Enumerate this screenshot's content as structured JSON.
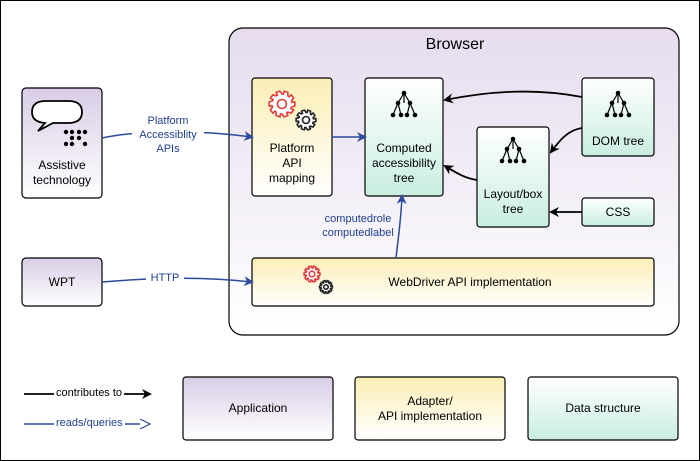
{
  "browser": {
    "title": "Browser"
  },
  "nodes": {
    "assistive_technology": "Assistive\ntechnology",
    "wpt": "WPT",
    "platform_api_mapping": "Platform\nAPI\nmapping",
    "computed_accessibility_tree": "Computed\naccessibility\ntree",
    "dom_tree": "DOM tree",
    "layout_box_tree": "Layout/box\ntree",
    "css": "CSS",
    "webdriver_api_implementation": "WebDriver API implementation"
  },
  "edges": {
    "platform_accessibility_apis": "Platform\nAccessiblity\nAPIs",
    "http": "HTTP",
    "computed_role_label": "computedrole\ncomputedlabel"
  },
  "legend": {
    "contributes_to": "contributes to",
    "reads_queries": "reads/queries",
    "application": "Application",
    "adapter": "Adapter/\nAPI implementation",
    "data_structure": "Data structure"
  },
  "colors": {
    "application": "#e4dcec",
    "adapter": "#fdf5d6",
    "data_structure": "#d6f2e8",
    "reads_queries_arrow": "#2b4a9a",
    "contributes_arrow": "#000000",
    "gear_red": "#e03c3c"
  },
  "icons": [
    "speech-bubble-icon",
    "braille-dots-icon",
    "gear-icon",
    "tree-icon"
  ]
}
